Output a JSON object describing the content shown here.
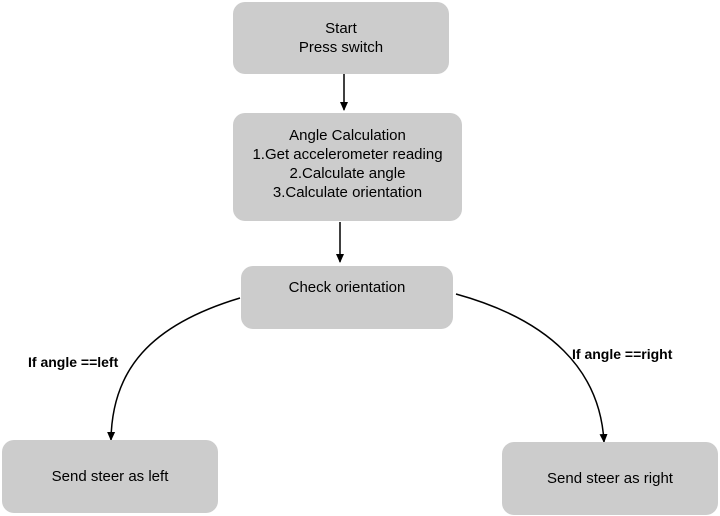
{
  "nodes": {
    "start": {
      "lines": [
        "Start",
        "Press switch"
      ]
    },
    "angle_calculation": {
      "lines": [
        "Angle Calculation",
        "1.Get accelerometer reading",
        "2.Calculate angle",
        "3.Calculate orientation"
      ]
    },
    "check_orientation": {
      "lines": [
        "Check orientation"
      ]
    },
    "send_left": {
      "lines": [
        "Send steer as left"
      ]
    },
    "send_right": {
      "lines": [
        "Send steer as right"
      ]
    }
  },
  "edges": {
    "start_to_angle": {
      "label": ""
    },
    "angle_to_check": {
      "label": ""
    },
    "check_to_left": {
      "label": "If angle ==left"
    },
    "check_to_right": {
      "label": "If angle ==right"
    }
  },
  "colors": {
    "node_fill": "#cccccc",
    "edge_stroke": "#000000",
    "background": "#ffffff"
  }
}
